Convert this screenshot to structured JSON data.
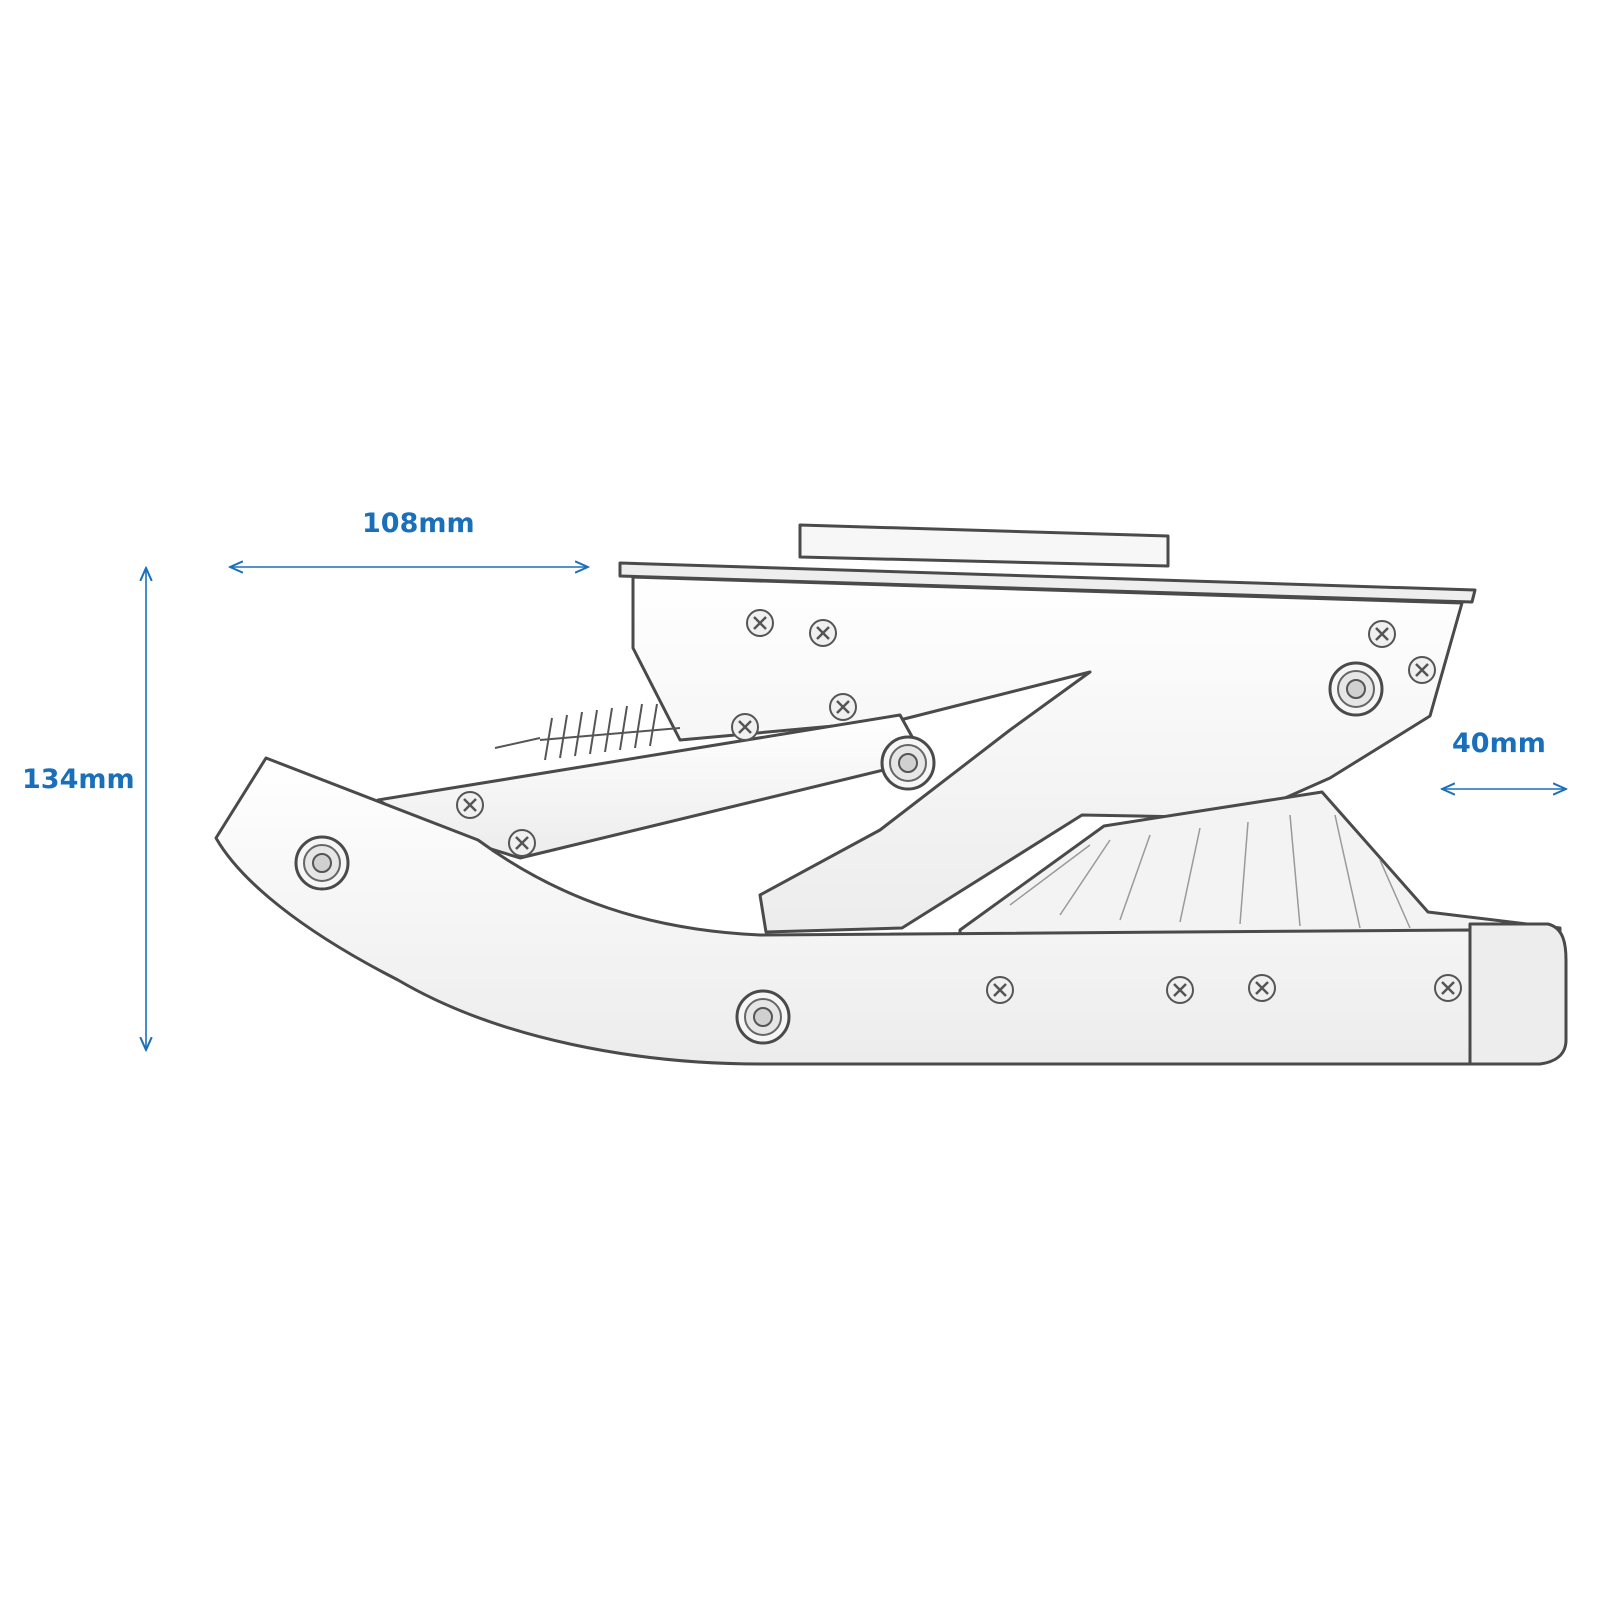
{
  "dimensions": {
    "width_label": "108mm",
    "height_label": "134mm",
    "depth_label": "40mm"
  },
  "colors": {
    "dimension": "#1a6fba",
    "outline": "#4a4a4a",
    "metal_light": "#f4f4f4",
    "metal_shade": "#d9d9d9"
  }
}
